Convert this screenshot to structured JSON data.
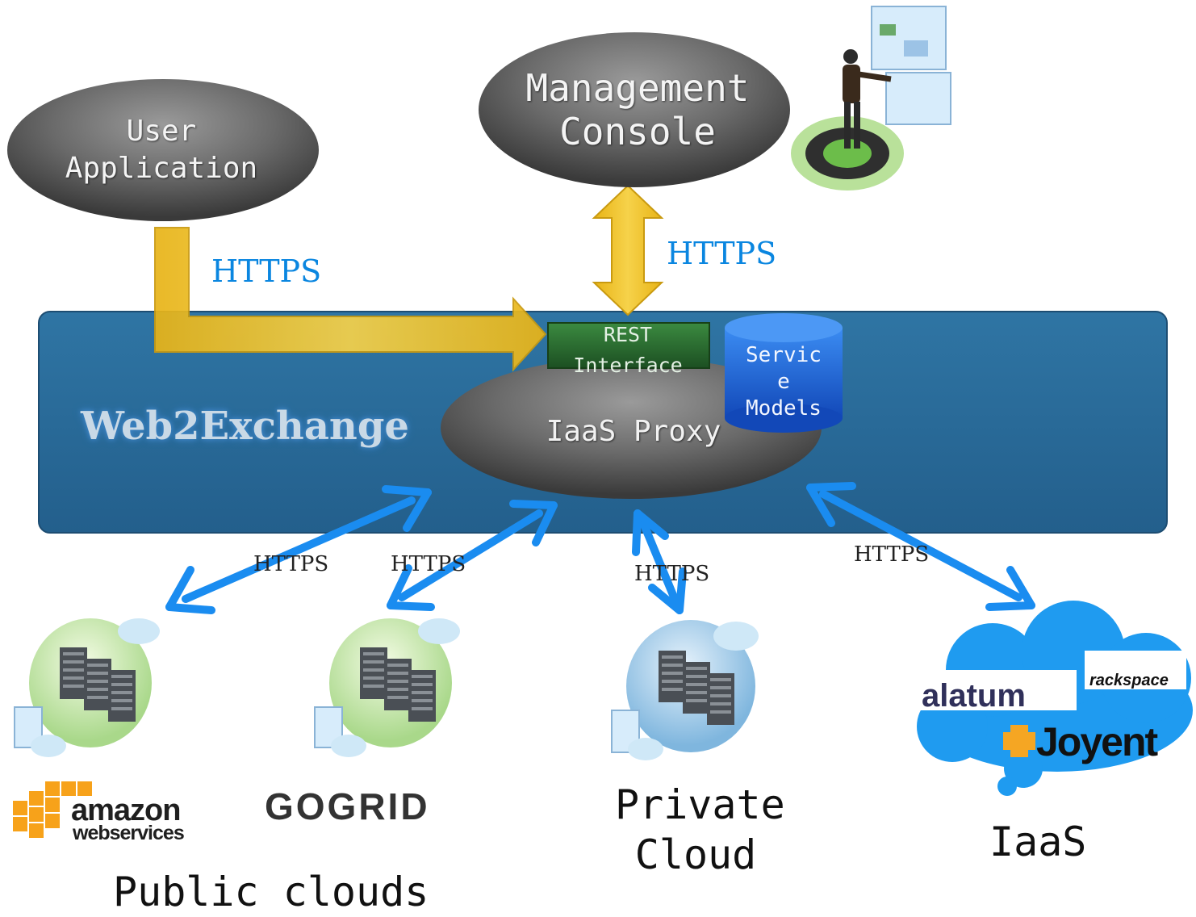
{
  "nodes": {
    "user_application": "User\nApplication",
    "management_console": "Management\nConsole",
    "web2exchange": "Web2Exchange",
    "rest_interface": "REST\nInterface",
    "iaas_proxy": "IaaS Proxy",
    "service_models": "Servic\ne\nModels"
  },
  "connections": {
    "user_app_https": "HTTPS",
    "console_https": "HTTPS",
    "amazon_https": "HTTPS",
    "gogrid_https": "HTTPS",
    "private_https": "HTTPS",
    "iaas_https": "HTTPS"
  },
  "groups": {
    "public_clouds": "Public clouds",
    "private_cloud": "Private\nCloud",
    "iaas": "IaaS"
  },
  "logos": {
    "amazon": "amazon",
    "amazon_sub": "webservices",
    "gogrid": "GOGRID",
    "alatum": "alatum",
    "rackspace": "rackspace",
    "joyent": "Joyent"
  },
  "colors": {
    "web2exchange_band": "#2a6c9a",
    "https_accent": "#0a86e0",
    "yellow_arrow": "#f2c21b",
    "blue_arrow": "#1a8cf0",
    "rest_interface": "#2a6a30",
    "service_models": "#1a62d6",
    "iaas_cloud": "#1f9bf0"
  },
  "icons": [
    "user-icon",
    "server-cluster-icon",
    "cloud-icon"
  ]
}
